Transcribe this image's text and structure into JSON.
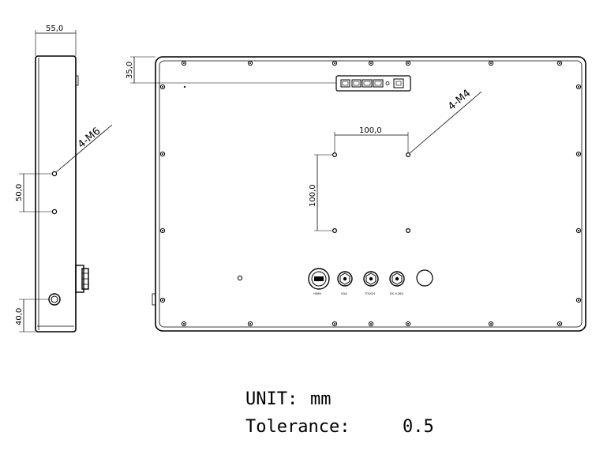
{
  "dimensions": {
    "side_depth": "55,0",
    "top_offset": "35,0",
    "vesa_horizontal": "100,0",
    "vesa_vertical": "100,0",
    "side_hole_spacing": "50,0",
    "side_bottom_offset": "40,0"
  },
  "callouts": {
    "side_holes": "4-M6",
    "vesa_holes": "4-M4"
  },
  "ports": {
    "hdmi": "HDMI",
    "vga": "VGA",
    "touch": "TOUCH",
    "dc": "DC 9-36V"
  },
  "notes": {
    "unit_label": "UNIT:",
    "unit_value": "mm",
    "tolerance_label": "Tolerance:",
    "tolerance_value": "0.5"
  }
}
